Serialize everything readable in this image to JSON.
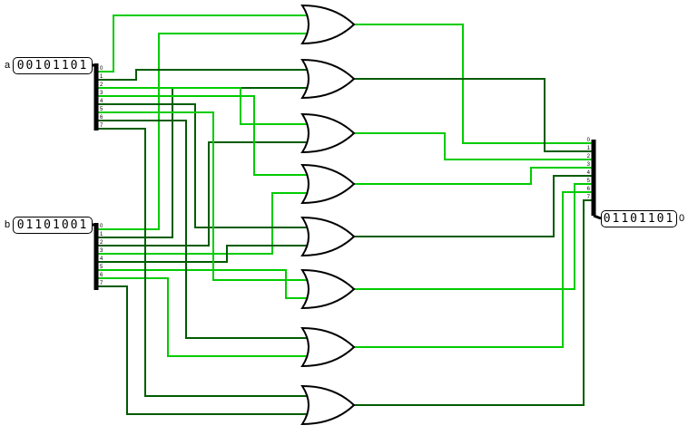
{
  "circuit": {
    "inputs": {
      "a": {
        "label": "a",
        "value": "00101101"
      },
      "b": {
        "label": "b",
        "value": "01101001"
      }
    },
    "output": {
      "label": "0",
      "value": "01101101"
    },
    "gates": {
      "type": "OR",
      "count": 8
    },
    "splitters": {
      "a_pins": [
        "0",
        "1",
        "2",
        "3",
        "4",
        "5",
        "6",
        "7"
      ],
      "b_pins": [
        "0",
        "1",
        "2",
        "3",
        "4",
        "5",
        "6",
        "7"
      ],
      "output_pins": [
        "0",
        "1",
        "2",
        "3",
        "4",
        "5",
        "6",
        "7"
      ]
    },
    "colors": {
      "wire_on": "#00cc00",
      "wire_off": "#005c00",
      "bus": "#000000",
      "outline": "#000000",
      "gate_fill": "#ffffff",
      "background": "#ffffff"
    }
  }
}
